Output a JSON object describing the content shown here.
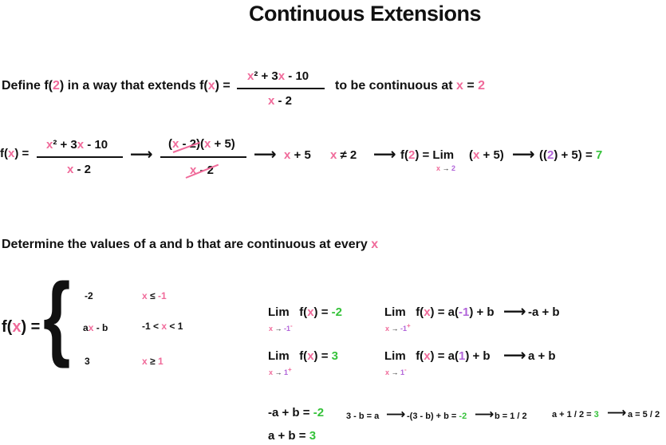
{
  "title": "Continuous Extensions",
  "part1": {
    "prompt_a": "Define f(",
    "prompt_2": "2",
    "prompt_b": ") in a way that extends f(",
    "prompt_x": "x",
    "prompt_c": ") =",
    "num_a": "x",
    "num_b": "² + 3",
    "num_c": "x",
    "num_d": " - 10",
    "den_a": "x",
    "den_b": " - 2",
    "tail_a": "to be continuous at ",
    "tail_x": "x",
    "tail_eq": " = ",
    "tail_2": "2",
    "step_fx_a": "f(",
    "step_fx_x": "x",
    "step_fx_b": ") =",
    "factor_num_a": "(",
    "factor_num_x1": "x",
    "factor_num_b": " - 2)(",
    "factor_num_x2": "x",
    "factor_num_c": " + 5)",
    "factor_den_x": "x",
    "factor_den_b": " - 2",
    "simplified_x": "x",
    "simplified_b": " + 5",
    "cond_x": "x",
    "cond_b": " ≠ 2",
    "limit_a": "f(",
    "limit_2": "2",
    "limit_b": ") = Lim",
    "limit_sub_x": "x",
    "limit_sub_arrow": " → ",
    "limit_sub_2": "2",
    "limit_expr_a": "(",
    "limit_expr_x": "x",
    "limit_expr_b": " + 5)",
    "eval_a": "((",
    "eval_2": "2",
    "eval_b": ") + 5) = ",
    "eval_result": "7",
    "arrow": "⟶"
  },
  "part2": {
    "prompt_a": "Determine the values of a and b that are continuous at every ",
    "prompt_x": "x",
    "piece_fx_a": "f(",
    "piece_fx_x": "x",
    "piece_fx_b": ") =",
    "brace": "{",
    "cases": [
      {
        "expr": "-2",
        "cond_a": "x",
        "cond_b": " ≤ ",
        "cond_c": "-1"
      },
      {
        "expr_a": "a",
        "expr_x": "x",
        "expr_b": " - b",
        "cond_a": "-1 < ",
        "cond_x": "x",
        "cond_b": " < 1"
      },
      {
        "expr": "3",
        "cond_a": "x",
        "cond_b": " ≥ ",
        "cond_c": "1"
      }
    ],
    "lim1": {
      "lim": "Lim",
      "f_a": "f(",
      "f_x": "x",
      "f_b": ") = ",
      "val": "-2",
      "sub_x": "x",
      "sub_arrow": " → ",
      "sub_val": "-1",
      "sub_sign": "-"
    },
    "lim2": {
      "lim": "Lim",
      "f_a": "f(",
      "f_x": "x",
      "f_b": ") = ",
      "val": "3",
      "sub_x": "x",
      "sub_arrow": " → ",
      "sub_val": "1",
      "sub_sign": "+"
    },
    "lim3": {
      "lim": "Lim",
      "f_a": "f(",
      "f_x": "x",
      "f_b": ") = a(",
      "f_val": "-1",
      "f_c": ") + b",
      "result": "-a + b",
      "sub_x": "x",
      "sub_arrow": " → ",
      "sub_val": "-1",
      "sub_sign": "+"
    },
    "lim4": {
      "lim": "Lim",
      "f_a": "f(",
      "f_x": "x",
      "f_b": ") = a(",
      "f_val": "1",
      "f_c": ") + b",
      "result": "a + b",
      "sub_x": "x",
      "sub_arrow": " → ",
      "sub_val": "1",
      "sub_sign": "-"
    },
    "eq1_a": "-a + b = ",
    "eq1_val": "-2",
    "eq2_a": "a + b = ",
    "eq2_val": "3",
    "solve1": "3 - b = a",
    "solve2_a": "-(3 - b) + b = ",
    "solve2_val": "-2",
    "solve3": "b = 1 / 2",
    "solve4_a": "a + 1 / 2 = ",
    "solve4_val": "3",
    "solve5": "a = 5 / 2"
  },
  "colors": {
    "pink": "#f06a9a",
    "purple": "#b164d9",
    "green": "#35c23a",
    "text": "#111111"
  }
}
